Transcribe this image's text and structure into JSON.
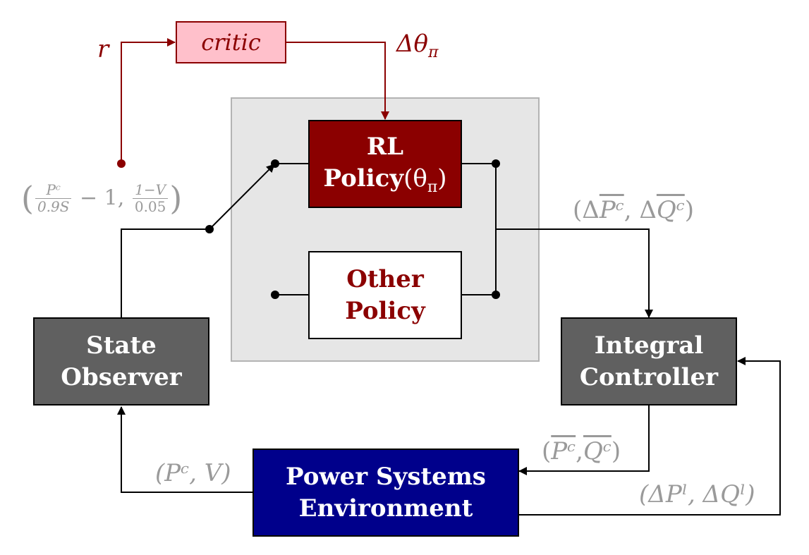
{
  "nodes": {
    "critic": "critic",
    "rl_policy": {
      "line1": "RL",
      "line2": "Policy",
      "param": "(θ",
      "param_sub": "π",
      "param_close": ")"
    },
    "other_policy": {
      "line1": "Other",
      "line2": "Policy"
    },
    "state_observer": {
      "line1": "State",
      "line2": "Observer"
    },
    "integral_controller": {
      "line1": "Integral",
      "line2": "Controller"
    },
    "power_systems": {
      "line1": "Power Systems",
      "line2": "Environment"
    }
  },
  "labels": {
    "reward": "r",
    "delta_theta": {
      "base": "Δθ",
      "sub": "π"
    },
    "observation": {
      "open": "(",
      "num1": "Pᶜ",
      "den1": "0.9S",
      "mid": " − 1, ",
      "num2": "1−V",
      "den2": "0.05",
      "close": ")"
    },
    "delta_setpoint": {
      "open": "(Δ",
      "p": "Pᶜ",
      "sep": ", Δ",
      "q": "Qᶜ",
      "close": ")"
    },
    "setpoint": {
      "open": "(",
      "p": "Pᶜ",
      "sep": ",",
      "q": "Qᶜ",
      "close": ")"
    },
    "measurement": "(Pᶜ, V)",
    "load_change": "(ΔPˡ, ΔQˡ)"
  },
  "colors": {
    "dark_red": "#8b0000",
    "critic_fill": "#ffc0cb",
    "gray_block": "#606060",
    "navy": "#00008b",
    "panel": "#e6e6e6",
    "label_gray": "#9a9a9a"
  }
}
